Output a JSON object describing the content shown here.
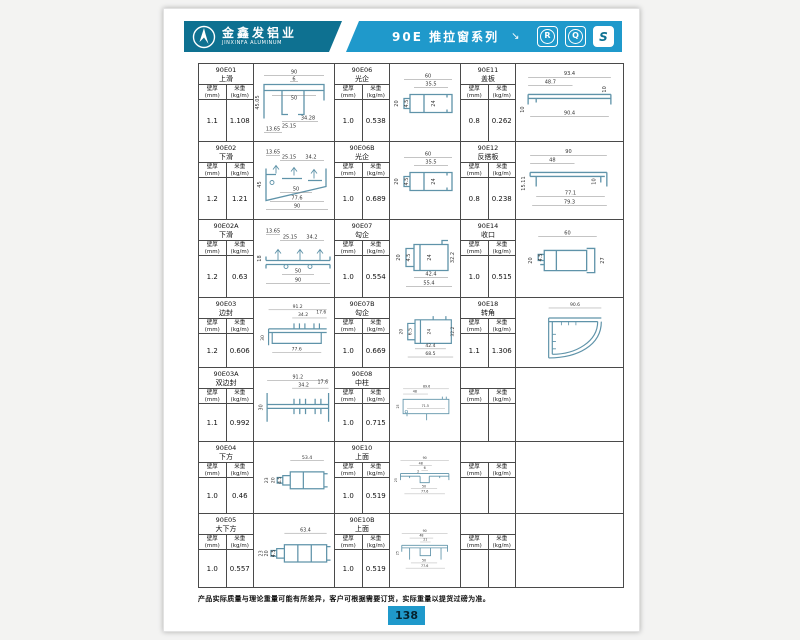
{
  "header": {
    "brand_cn": "金鑫发铝业",
    "brand_en": "JINXINFA ALUMINUM",
    "series_title": "90E 推拉窗系列",
    "arrow": "↘",
    "cert_icons": [
      {
        "label": "R"
      },
      {
        "label": "Q"
      },
      {
        "label": "S"
      }
    ],
    "colors": {
      "banner_left": "#0e7191",
      "banner_right": "#1f99cb"
    }
  },
  "labels": {
    "thickness": "壁厚",
    "thickness_unit": "(mm)",
    "weight": "米重",
    "weight_unit": "(kg/m)"
  },
  "cells": [
    {
      "code": "90E01",
      "name": "上滑",
      "thickness": "1.1",
      "weight": "1.108",
      "dims": [
        "90",
        "6",
        "50",
        "45.05",
        "25.15",
        "34.28",
        "13.65"
      ]
    },
    {
      "code": "90E06",
      "name": "光企",
      "thickness": "1.0",
      "weight": "0.538",
      "dims": [
        "60",
        "35.5",
        "20",
        "4.5",
        "24"
      ]
    },
    {
      "code": "90E11",
      "name": "盖板",
      "thickness": "0.8",
      "weight": "0.262",
      "dims": [
        "93.4",
        "48.7",
        "10",
        "10",
        "90.4"
      ]
    },
    {
      "code": "90E02",
      "name": "下滑",
      "thickness": "1.2",
      "weight": "1.21",
      "dims": [
        "13.65",
        "25.15",
        "34.2",
        "45",
        "50",
        "77.6",
        "90"
      ]
    },
    {
      "code": "90E06B",
      "name": "光企",
      "thickness": "1.0",
      "weight": "0.689",
      "dims": [
        "60",
        "35.5",
        "20",
        "4.5",
        "24"
      ]
    },
    {
      "code": "90E12",
      "name": "反搭板",
      "thickness": "0.8",
      "weight": "0.238",
      "dims": [
        "90",
        "48",
        "15.11",
        "10",
        "77.1",
        "79.3"
      ]
    },
    {
      "code": "90E02A",
      "name": "下滑",
      "thickness": "1.2",
      "weight": "0.63",
      "dims": [
        "13.65",
        "25.15",
        "34.2",
        "18",
        "50",
        "90"
      ]
    },
    {
      "code": "90E07",
      "name": "勾企",
      "thickness": "1.0",
      "weight": "0.554",
      "dims": [
        "20",
        "4.5",
        "24",
        "32.2",
        "42.4",
        "55.4"
      ]
    },
    {
      "code": "90E14",
      "name": "收口",
      "thickness": "1.0",
      "weight": "0.515",
      "dims": [
        "60",
        "20",
        "4.5",
        "27"
      ]
    },
    {
      "code": "90E03",
      "name": "边封",
      "thickness": "1.2",
      "weight": "0.606",
      "dims": [
        "91.2",
        "34.2",
        "17.6",
        "30",
        "77.6"
      ]
    },
    {
      "code": "90E07B",
      "name": "勾企",
      "thickness": "1.0",
      "weight": "0.669",
      "dims": [
        "20",
        "6.5",
        "24",
        "32.2",
        "42.4",
        "68.5"
      ]
    },
    {
      "code": "90E18",
      "name": "转角",
      "thickness": "1.1",
      "weight": "1.306",
      "dims": [
        "90.6"
      ]
    },
    {
      "code": "90E03A",
      "name": "双边封",
      "thickness": "1.1",
      "weight": "0.992",
      "dims": [
        "91.2",
        "34.2",
        "17.6",
        "30"
      ]
    },
    {
      "code": "90E08",
      "name": "中柱",
      "thickness": "1.0",
      "weight": "0.715",
      "dims": [
        "89.6",
        "48",
        "25",
        "71.5"
      ]
    },
    {
      "code": "",
      "name": "",
      "thickness": "",
      "weight": "",
      "dims": []
    },
    {
      "code": "90E04",
      "name": "下方",
      "thickness": "1.0",
      "weight": "0.46",
      "dims": [
        "53.4",
        "23",
        "20",
        "4.5"
      ]
    },
    {
      "code": "90E10",
      "name": "上面",
      "thickness": "1.0",
      "weight": "0.519",
      "dims": [
        "90",
        "48",
        "6",
        "2",
        "25",
        "50",
        "77.6"
      ]
    },
    {
      "code": "",
      "name": "",
      "thickness": "",
      "weight": "",
      "dims": []
    },
    {
      "code": "90E05",
      "name": "大下方",
      "thickness": "1.0",
      "weight": "0.557",
      "dims": [
        "63.4",
        "23",
        "20",
        "4.5"
      ]
    },
    {
      "code": "90E10B",
      "name": "上面",
      "thickness": "1.0",
      "weight": "0.519",
      "dims": [
        "90",
        "48",
        "21",
        "25",
        "50",
        "77.6"
      ]
    },
    {
      "code": "",
      "name": "",
      "thickness": "",
      "weight": "",
      "dims": []
    }
  ],
  "footer": {
    "note": "产品实际质量与理论重量可能有所差异，客户可根据需要订货，实际重量以提货过磅为准。",
    "page": "138"
  }
}
